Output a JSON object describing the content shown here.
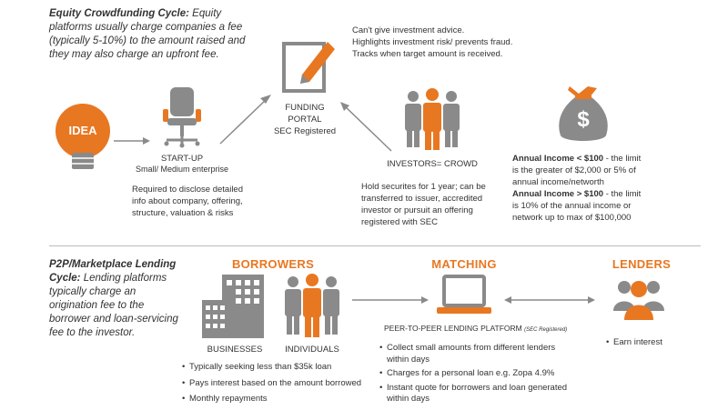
{
  "equity": {
    "intro_lead": "Equity Crowdfunding Cycle:",
    "intro_rest": " Equity platforms usually charge companies a fee (typically 5-10%) to the amount raised and they may also charge an upfront fee.",
    "idea_label": "IDEA",
    "startup_title": "START-UP",
    "startup_sub": "Small/ Medium enterprise",
    "startup_note": "Required to disclose detailed info about company, offering, structure, valuation & risks",
    "portal_line1": "FUNDING",
    "portal_line2": "PORTAL",
    "portal_line3": "SEC Registered",
    "portal_notes": [
      "Can't give investment advice.",
      "Highlights investment risk/ prevents fraud.",
      "Tracks when target amount is received."
    ],
    "investors_label": "INVESTORS= CROWD",
    "investors_note": "Hold securites for 1 year; can be transferred to issuer, accredited investor or pursuit an offering registered with SEC",
    "money_symbol": "$",
    "income_lt_label": "Annual Income < $100",
    "income_lt_text": " - the limit is the greater of $2,000 or 5% of annual income/networth",
    "income_gt_label": "Annual Income > $100",
    "income_gt_text": " - the limit is 10% of the annual income or network up to max of $100,000"
  },
  "p2p": {
    "intro_lead": "P2P/Marketplace Lending Cycle:",
    "intro_rest": " Lending platforms typically charge an origination fee to the borrower and loan-servicing fee to the investor.",
    "borrowers_title": "BORROWERS",
    "businesses_label": "BUSINESSES",
    "individuals_label": "INDIVIDUALS",
    "borrower_bullets": [
      "Typically seeking less than $35k loan",
      "Pays interest based on the amount borrowed",
      "Monthly repayments"
    ],
    "matching_title": "MATCHING",
    "platform_label": "PEER-TO-PEER LENDING PLATFORM",
    "platform_sub": "(SEC Registered)",
    "platform_bullets": [
      "Collect small amounts from different lenders within days",
      "Charges for a personal loan e.g. Zopa 4.9%",
      "Instant quote for borrowers and loan generated within days"
    ],
    "lenders_title": "LENDERS",
    "lender_bullets": [
      "Earn interest"
    ]
  },
  "colors": {
    "accent": "#e87722",
    "gray": "#8a8a8a",
    "dark_gray": "#6f6f6f",
    "text": "#333333"
  }
}
